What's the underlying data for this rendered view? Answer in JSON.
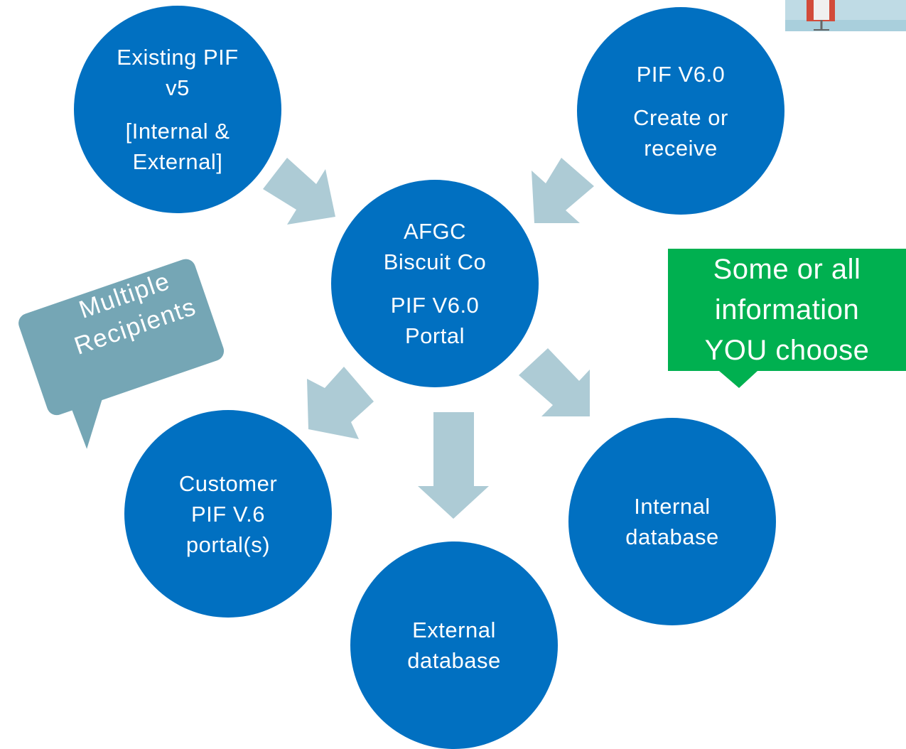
{
  "diagram": {
    "nodes": {
      "existing_pif": {
        "lines": [
          "Existing PIF",
          "v5"
        ],
        "lines2": [
          "[Internal &",
          "External]"
        ]
      },
      "pif_v6": {
        "lines": [
          "PIF V6.0"
        ],
        "lines2": [
          "Create or",
          "receive"
        ]
      },
      "afgc": {
        "lines": [
          "AFGC",
          "Biscuit Co"
        ],
        "lines2": [
          "PIF V6.0",
          "Portal"
        ]
      },
      "customer_portal": {
        "lines": [
          "Customer",
          "PIF V.6",
          "portal(s)"
        ]
      },
      "external_db": {
        "lines": [
          "External",
          "database"
        ]
      },
      "internal_db": {
        "lines": [
          "Internal",
          "database"
        ]
      }
    },
    "callouts": {
      "multiple_recipients": [
        "Multiple",
        "Recipients"
      ],
      "some_or_all": [
        "Some or all",
        "information",
        "YOU choose"
      ]
    },
    "colors": {
      "node_fill": "#0170c1",
      "arrow_fill": "#adcbd5",
      "green_callout": "#00b050",
      "grey_callout": "#75a6b5"
    }
  }
}
